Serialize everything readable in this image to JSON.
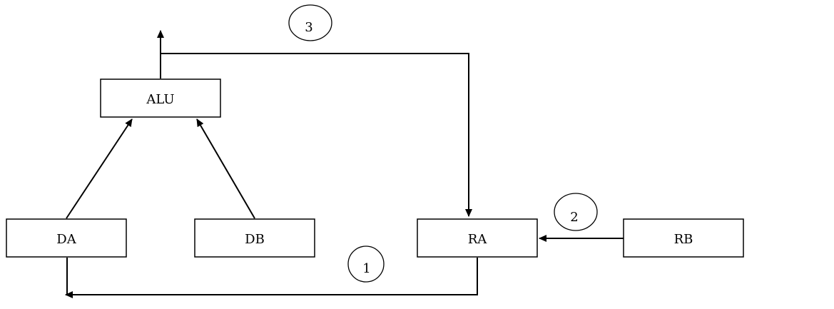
{
  "diagram": {
    "nodes": {
      "alu": "ALU",
      "da": "DA",
      "db": "DB",
      "ra": "RA",
      "rb": "RB"
    },
    "steps": {
      "step1": "1",
      "step2": "2",
      "step3": "3"
    },
    "edges": [
      {
        "from": "DA",
        "to": "ALU"
      },
      {
        "from": "DB",
        "to": "ALU"
      },
      {
        "from": "ALU",
        "to": "output"
      },
      {
        "from": "ALU",
        "to": "RA",
        "step": "3"
      },
      {
        "from": "RB",
        "to": "RA",
        "step": "2"
      },
      {
        "from": "RA",
        "to": "DA",
        "step": "1"
      }
    ],
    "colors": {
      "stroke": "#000000",
      "background": "#ffffff"
    }
  }
}
